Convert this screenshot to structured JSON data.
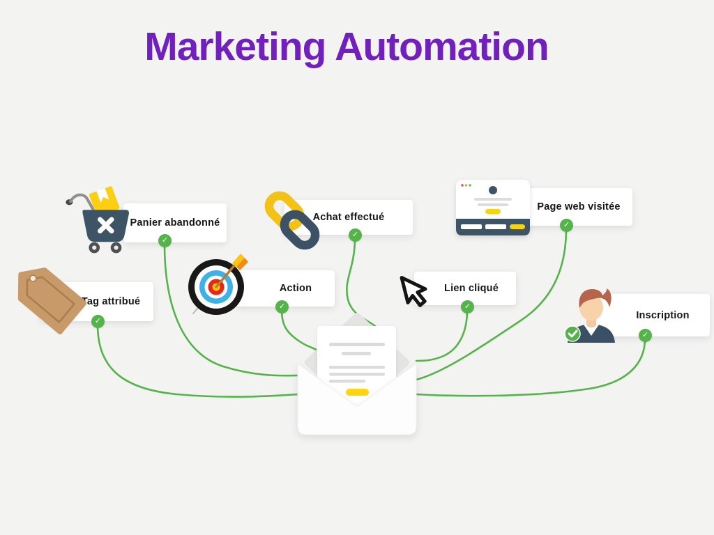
{
  "title": {
    "text": "Marketing Automation",
    "color": "#7120bd"
  },
  "colors": {
    "background": "#f3f3f2",
    "accent_green": "#54b44a",
    "card_background": "#ffffff",
    "label_text": "#161616",
    "navy": "#3d5366",
    "yellow": "#f8ce12"
  },
  "center": {
    "id": "email",
    "icon": "envelope-icon"
  },
  "nodes": [
    {
      "id": "panier-abandonne",
      "label": "Panier abandonné",
      "icon": "shopping-cart-icon"
    },
    {
      "id": "achat-effectue",
      "label": "Achat effectué",
      "icon": "chain-link-icon"
    },
    {
      "id": "page-web-visitee",
      "label": "Page web visitée",
      "icon": "browser-window-icon"
    },
    {
      "id": "tag-attribue",
      "label": "Tag attribué",
      "icon": "price-tag-icon"
    },
    {
      "id": "action",
      "label": "Action",
      "icon": "target-icon"
    },
    {
      "id": "lien-clique",
      "label": "Lien cliqué",
      "icon": "cursor-icon"
    },
    {
      "id": "inscription",
      "label": "Inscription",
      "icon": "person-icon"
    }
  ],
  "check_glyph": "✓"
}
